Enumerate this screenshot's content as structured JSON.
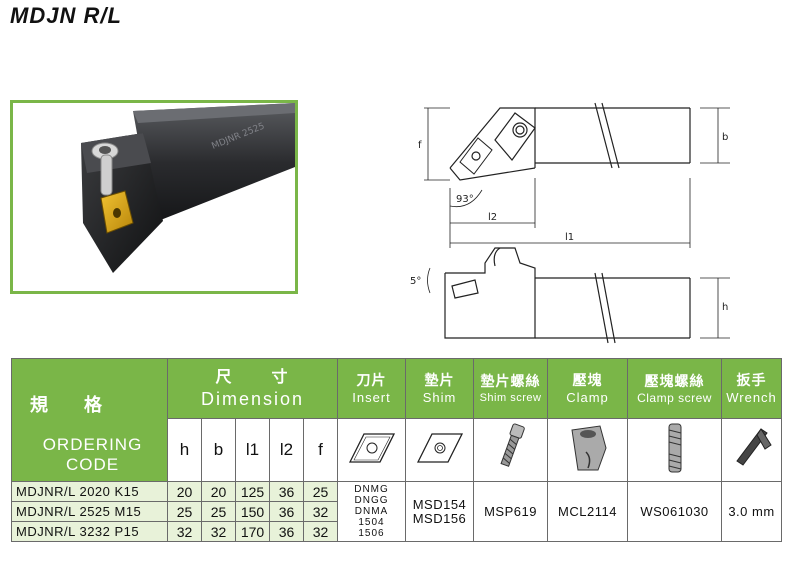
{
  "title": "MDJN R/L",
  "dimension_callouts": {
    "f": "f",
    "b": "b",
    "l2": "l2",
    "l1": "l1",
    "h": "h",
    "angle_93": "93°",
    "angle_5": "5°"
  },
  "table": {
    "guige": "規格",
    "ordering_code": "ORDERING CODE",
    "dimension_cn": "尺寸",
    "dimension_en": "Dimension",
    "insert_cn": "刀片",
    "insert_en": "Insert",
    "shim_cn": "墊片",
    "shim_en": "Shim",
    "shim_screw_cn": "墊片螺絲",
    "shim_screw_en": "Shim screw",
    "clamp_cn": "壓塊",
    "clamp_en": "Clamp",
    "clamp_screw_cn": "壓塊螺絲",
    "clamp_screw_en": "Clamp screw",
    "wrench_cn": "扳手",
    "wrench_en": "Wrench",
    "sub_headers": [
      "h",
      "b",
      "l1",
      "l2",
      "f"
    ],
    "rows": [
      {
        "code": "MDJNR/L 2020  K15",
        "h": "20",
        "b": "20",
        "l1": "125",
        "l2": "36",
        "f": "25"
      },
      {
        "code": "MDJNR/L 2525  M15",
        "h": "25",
        "b": "25",
        "l1": "150",
        "l2": "36",
        "f": "32"
      },
      {
        "code": "MDJNR/L 3232  P15",
        "h": "32",
        "b": "32",
        "l1": "170",
        "l2": "36",
        "f": "32"
      }
    ],
    "insert_parts": [
      "DNMG",
      "DNGG",
      "DNMA",
      "1504",
      "1506"
    ],
    "shim_parts": [
      "MSD154",
      "MSD156"
    ],
    "shim_screw": "MSP619",
    "clamp": "MCL2114",
    "clamp_screw": "WS061030",
    "wrench": "3.0 mm"
  },
  "colors": {
    "header_green": "#7ab648",
    "row_light_green": "#e8f2d9",
    "photo_border": "#7ab648"
  }
}
